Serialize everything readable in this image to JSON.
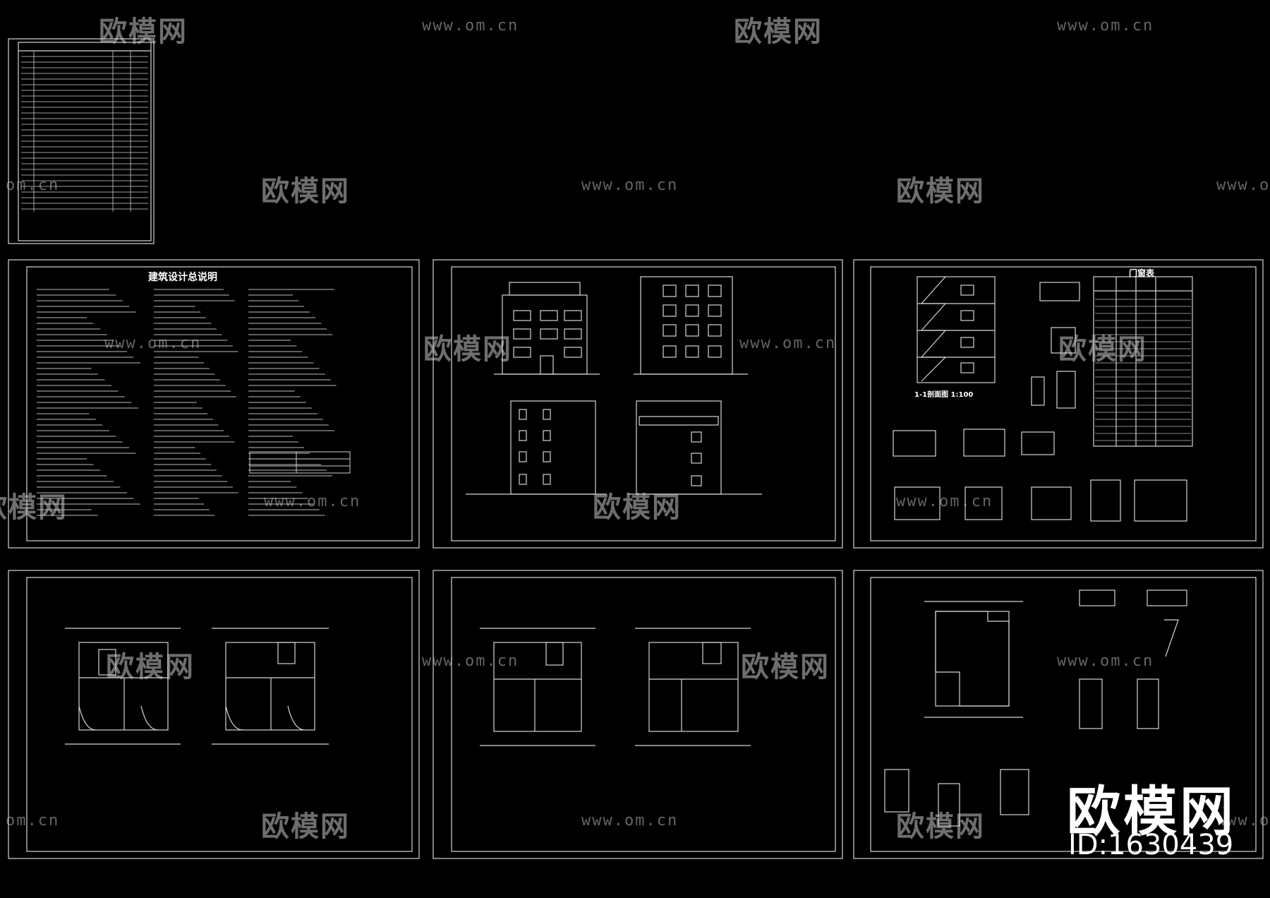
{
  "watermark": {
    "logo_text": "欧模网",
    "url_text": "www.om.cn",
    "url_partial_left": "om.cn",
    "url_partial_right": "www.o"
  },
  "sheets": {
    "index": {
      "name": "drawing-index"
    },
    "notes": {
      "title": "建筑设计总说明"
    },
    "elevations": {
      "name": "elevations"
    },
    "section": {
      "table_title": "门窗表",
      "section_label": "1-1剖面图 1:100"
    },
    "plans_1_2": {
      "name": "plans-1-2"
    },
    "plans_3_4": {
      "name": "plans-3-4"
    },
    "roof": {
      "name": "roof-plan-details"
    }
  },
  "brand": {
    "logo": "欧模网",
    "id_text": "ID:1630439"
  },
  "colors": {
    "background": "#000000",
    "lines": "#dcdcdc",
    "watermark": "#bfbfbf"
  }
}
